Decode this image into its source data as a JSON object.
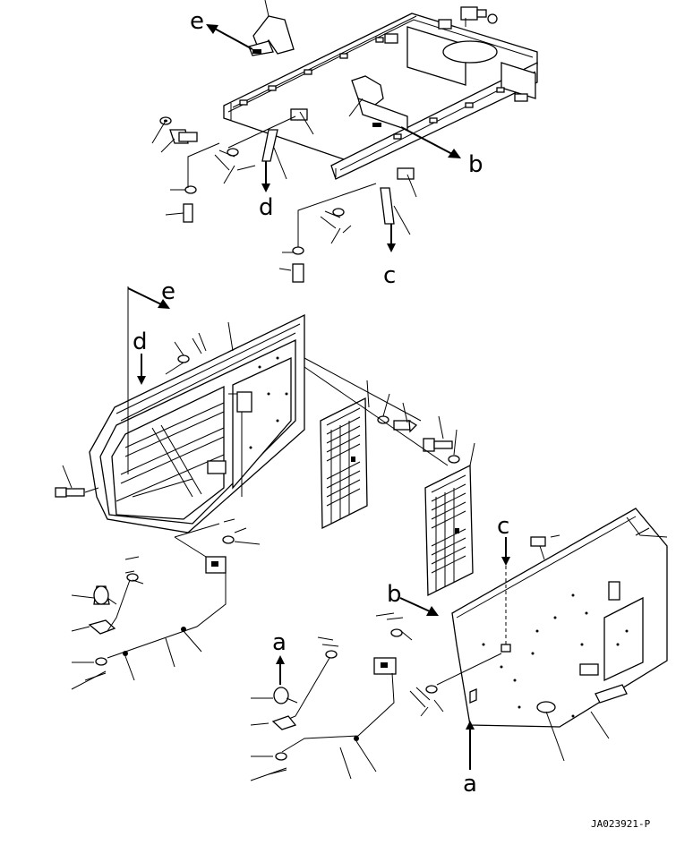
{
  "labels": {
    "e_top": "e",
    "d_top": "d",
    "b_top": "b",
    "c_top": "c",
    "e_mid": "e",
    "d_mid": "d",
    "c_right": "c",
    "b_right": "b",
    "a_mid": "a",
    "a_bottom": "a"
  },
  "drawing_code": "JA023921-P"
}
